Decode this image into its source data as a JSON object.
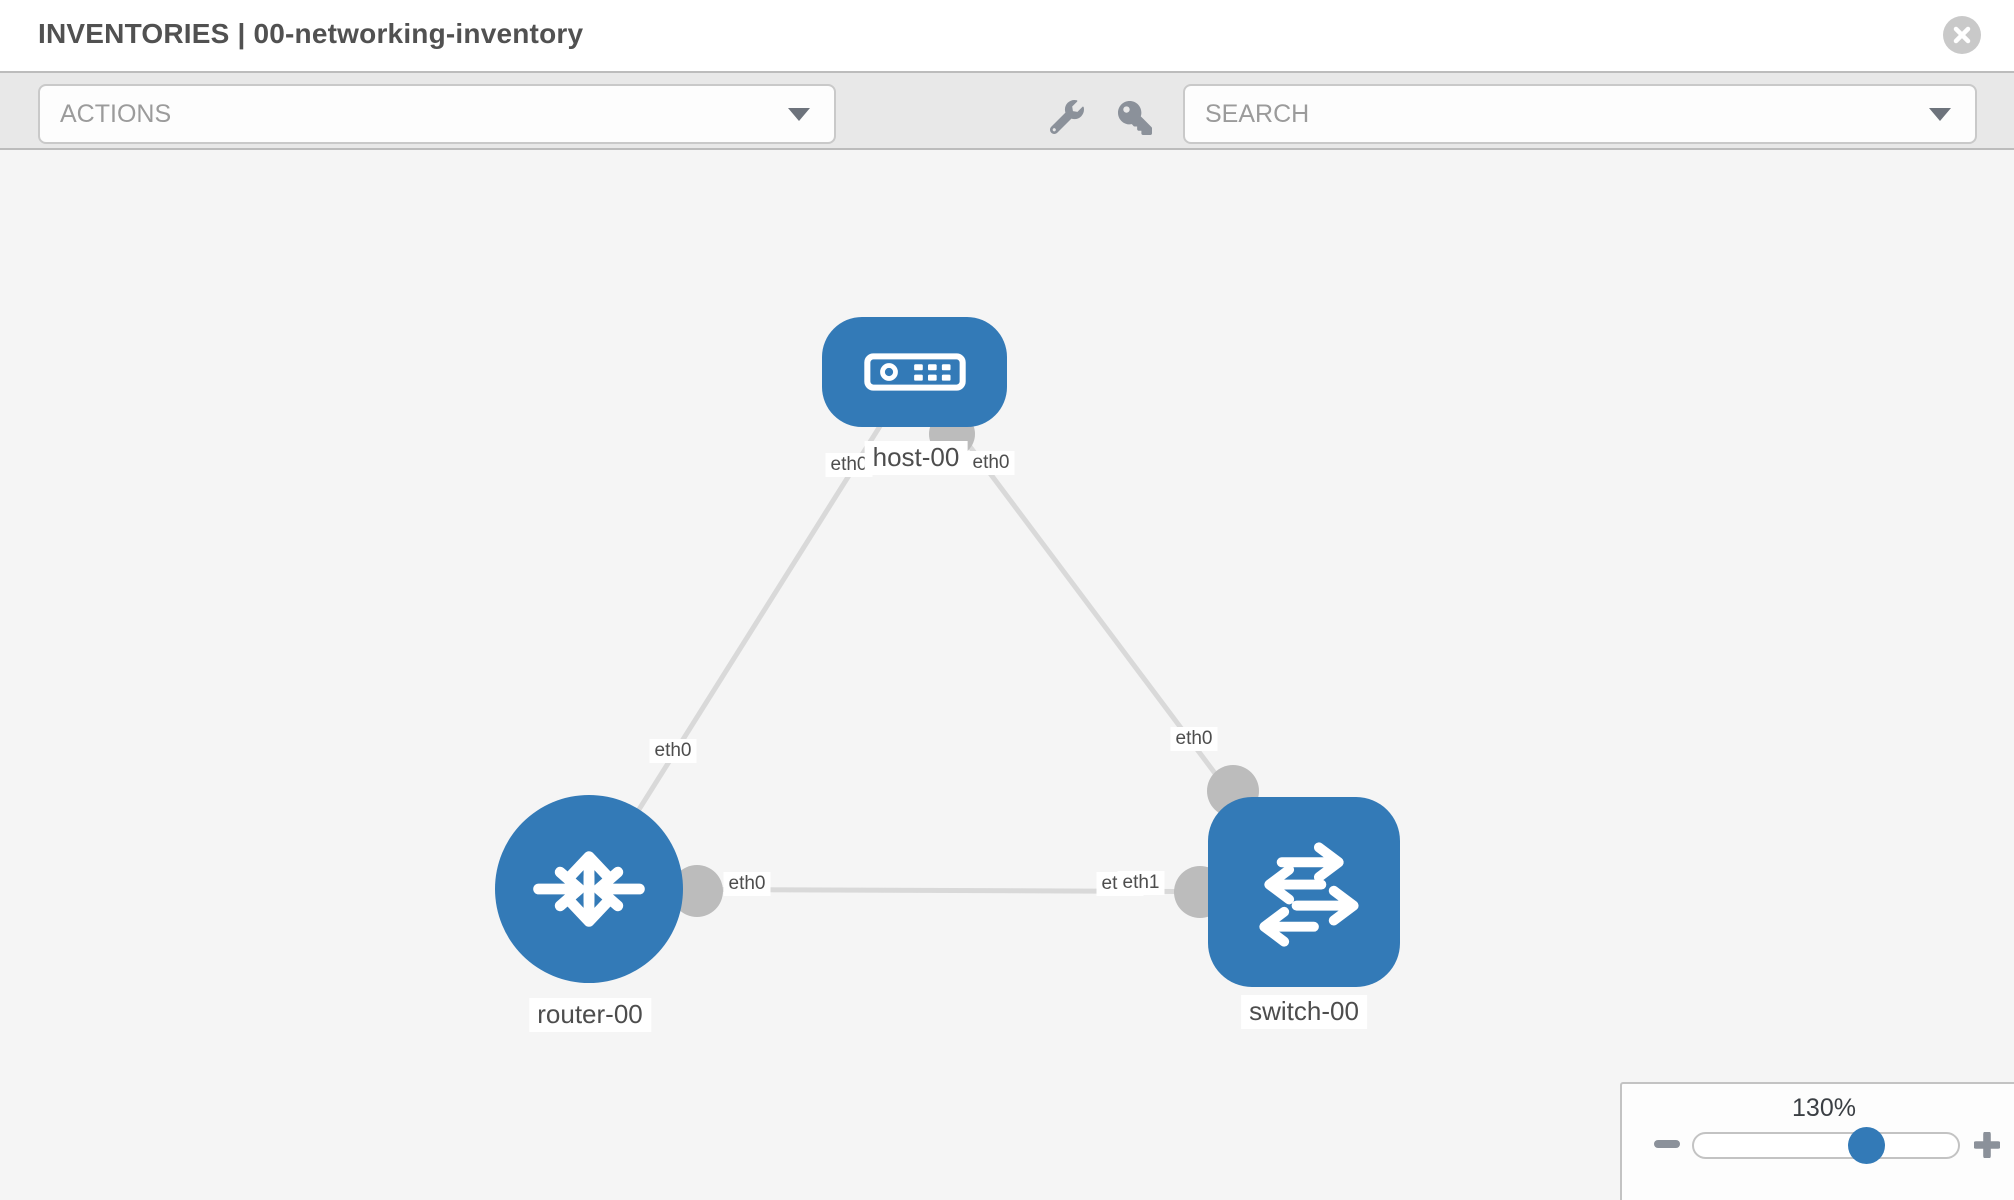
{
  "header": {
    "title": "INVENTORIES | 00-networking-inventory"
  },
  "toolbar": {
    "actions_label": "ACTIONS",
    "search_placeholder": "SEARCH"
  },
  "topology": {
    "nodes": [
      {
        "id": "host-00",
        "type": "host",
        "label": "host-00"
      },
      {
        "id": "router-00",
        "type": "router",
        "label": "router-00"
      },
      {
        "id": "switch-00",
        "type": "switch",
        "label": "switch-00"
      }
    ],
    "links": [
      {
        "source": "router-00",
        "target": "host-00",
        "source_interface": "eth0",
        "target_interface": "eth0"
      },
      {
        "source": "host-00",
        "target": "switch-00",
        "source_interface": "eth0",
        "target_interface": "eth0"
      },
      {
        "source": "router-00",
        "target": "switch-00",
        "source_interface": "eth0",
        "target_interface": "eth1"
      }
    ],
    "labels": {
      "host": "host-00",
      "router": "router-00",
      "switch": "switch-00",
      "eth_host_left": "eth0",
      "eth_host_right": "eth0",
      "eth_router_host_mid": "eth0",
      "eth_host_switch_mid": "eth0",
      "eth_router_switch_left": "eth0",
      "eth_router_switch_right_back": "eth0",
      "eth_router_switch_right_front": "eth1"
    }
  },
  "zoom_control": {
    "level": "130%"
  },
  "icons": {
    "close": "circle-x-icon",
    "actions_dropdown": "caret-down-icon",
    "search_dropdown": "caret-down-icon",
    "tools": [
      "wrench-icon",
      "key-icon"
    ],
    "zoom": [
      "minus-icon",
      "plus-icon"
    ],
    "nodes": {
      "host": "server-icon",
      "router": "router-arrows-icon",
      "switch": "switch-arrows-icon"
    }
  },
  "colors": {
    "node_blue": "#337ab7",
    "edge_gray": "#d9d9d9",
    "port_dot_gray": "#bcbcbc",
    "toolbar_bg": "#e8e8e8",
    "canvas_bg": "#f5f5f5",
    "label_text": "#4d4d4d",
    "placeholder_text": "#9b9b9b",
    "slider_knob_blue": "#337ab7"
  }
}
